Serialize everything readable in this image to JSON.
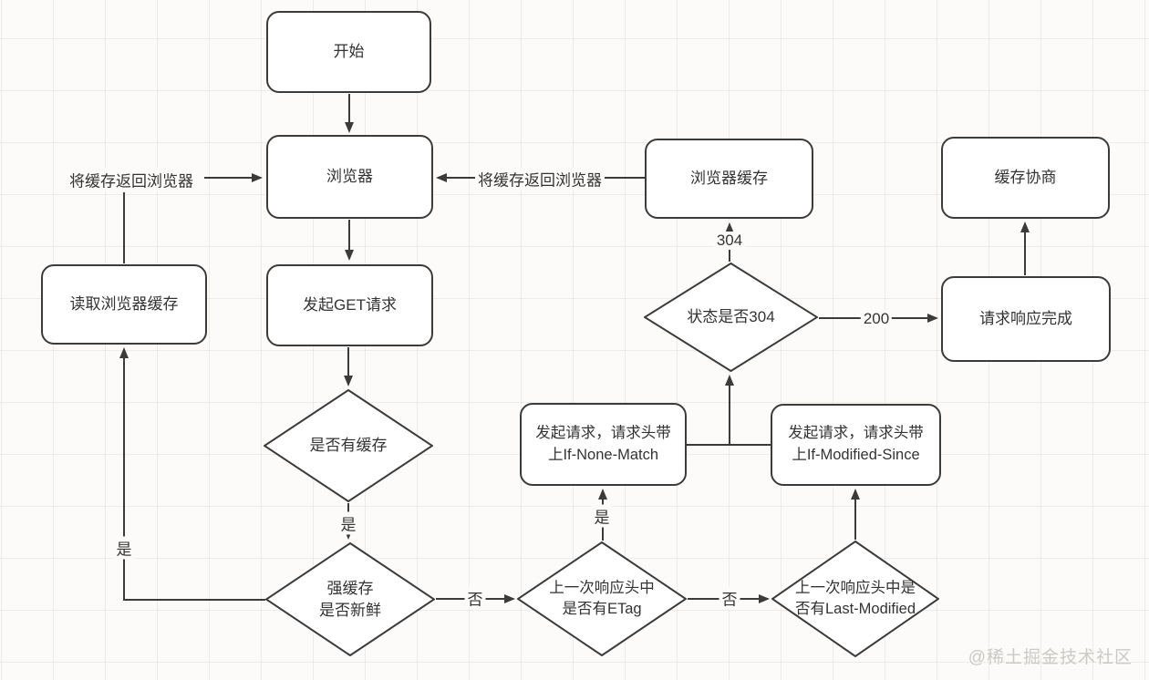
{
  "page": {
    "watermark": "@稀土掘金技术社区"
  },
  "flowchart": {
    "type": "flowchart",
    "topic": "browser HTTP caching decision flow",
    "colors": {
      "line": "#3b3b3b",
      "node_fill": "#ffffff",
      "text": "#333333",
      "background": "#fcfbf9",
      "watermark": "#cccac6"
    },
    "nodes": {
      "start": {
        "label": "开始"
      },
      "browser": {
        "label": "浏览器"
      },
      "get_request": {
        "label": "发起GET请求"
      },
      "read_cache": {
        "label": "读取浏览器缓存"
      },
      "browser_cache": {
        "label": "浏览器缓存"
      },
      "cache_negotiation": {
        "label": "缓存协商"
      },
      "response_complete": {
        "label": "请求响应完成"
      },
      "if_none_match": {
        "label": "发起请求，请求头带\n上If-None-Match"
      },
      "if_modified_since": {
        "label": "发起请求，请求头带\n上If-Modified-Since"
      },
      "has_cache": {
        "label": "是否有缓存"
      },
      "strong_cache_fresh": {
        "label": "强缓存\n是否新鲜"
      },
      "status_304": {
        "label": "状态是否304"
      },
      "has_etag": {
        "label": "上一次响应头中\n是否有ETag"
      },
      "has_last_modified": {
        "label": "上一次响应头中是\n否有Last-Modified"
      }
    },
    "edge_labels": {
      "return_cache_left": "将缓存返回浏览器",
      "return_cache_right": "将缓存返回浏览器",
      "yes_has_cache": "是",
      "yes_strong_cache": "是",
      "yes_etag": "是",
      "no_strong_cache": "否",
      "no_etag": "否",
      "code_304": "304",
      "code_200": "200"
    }
  }
}
